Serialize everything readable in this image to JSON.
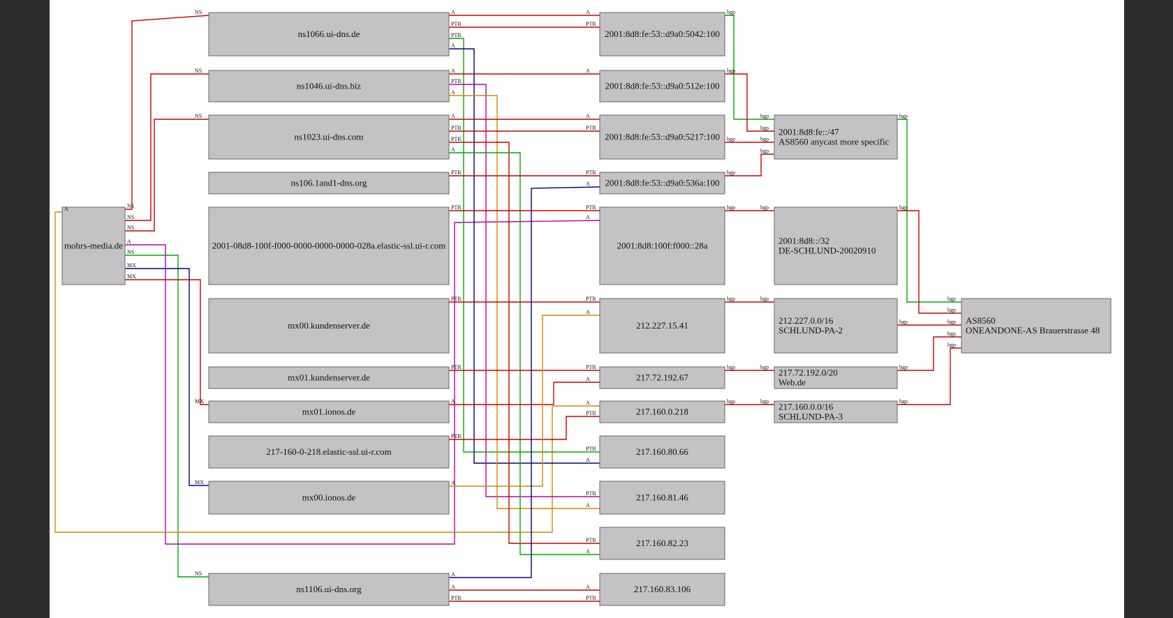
{
  "colors": {
    "red": "#cc0000",
    "green": "#00aa00",
    "blue": "#000088",
    "orange": "#d08800",
    "magenta": "#bb00aa",
    "box": "#c4c2c5"
  },
  "nodes": {
    "mohrs": [
      "mohrs-media.de"
    ],
    "ns1066": [
      "ns1066.ui-dns.de"
    ],
    "ns1046": [
      "ns1046.ui-dns.biz"
    ],
    "ns1023": [
      "ns1023.ui-dns.com"
    ],
    "ns106": [
      "ns106.1and1-dns.org"
    ],
    "elastic2001": [
      "2001-08d8-100f-f000-0000-0000-0000-028a.elastic-ssl.ui-r.com"
    ],
    "mx00k": [
      "mx00.kundenserver.de"
    ],
    "mx01k": [
      "mx01.kundenserver.de"
    ],
    "mx01i": [
      "mx01.ionos.de"
    ],
    "el217": [
      "217-160-0-218.elastic-ssl.ui-r.com"
    ],
    "mx00i": [
      "mx00.ionos.de"
    ],
    "ns1106": [
      "ns1106.ui-dns.org"
    ],
    "ip5042": [
      "2001:8d8:fe:53::d9a0:5042:100"
    ],
    "ip512e": [
      "2001:8d8:fe:53::d9a0:512e:100"
    ],
    "ip5217": [
      "2001:8d8:fe:53::d9a0:5217:100"
    ],
    "ip536a": [
      "2001:8d8:fe:53::d9a0:536a:100"
    ],
    "ip28a": [
      "2001:8d8:100f:f000::28a"
    ],
    "ip21222715": [
      "212.227.15.41"
    ],
    "ip21772192": [
      "217.72.192.67"
    ],
    "ip2171600": [
      "217.160.0.218"
    ],
    "ip21716080": [
      "217.160.80.66"
    ],
    "ip21716081": [
      "217.160.81.46"
    ],
    "ip21716082": [
      "217.160.82.23"
    ],
    "ip21716083": [
      "217.160.83.106"
    ],
    "pfx47": [
      "2001:8d8:fe::/47",
      "AS8560 anycast more specific"
    ],
    "pfx32": [
      "2001:8d8::/32",
      "DE-SCHLUND-20020910"
    ],
    "pfx212": [
      "212.227.0.0/16",
      "SCHLUND-PA-2"
    ],
    "pfx217_72": [
      "217.72.192.0/20",
      "Web.de"
    ],
    "pfx217_160": [
      "217.160.0.0/16",
      "SCHLUND-PA-3"
    ],
    "as8560": [
      "AS8560",
      "ONEANDONE-AS Brauerstrasse 48"
    ]
  },
  "labels": {
    "A": "A",
    "NS": "NS",
    "MX": "MX",
    "PTR": "PTR",
    "bgp": "bgp"
  }
}
